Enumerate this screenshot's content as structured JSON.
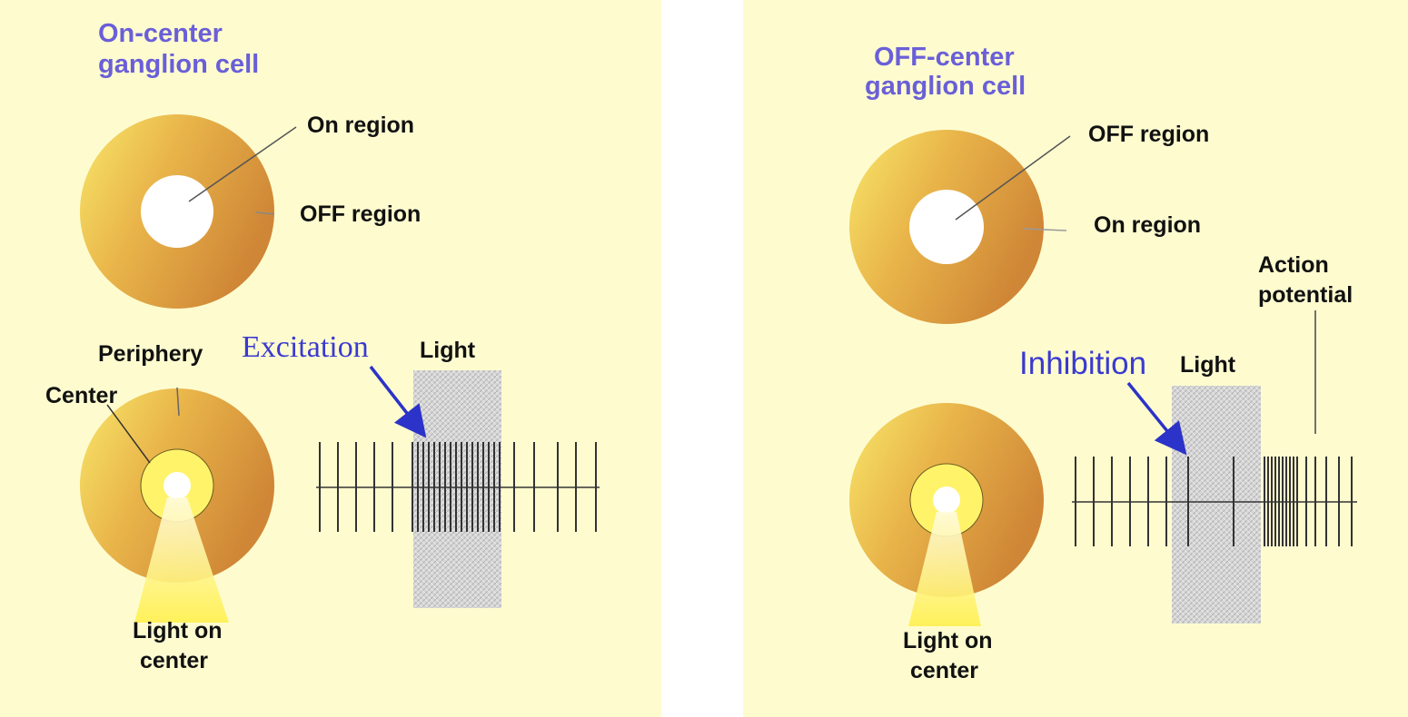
{
  "left": {
    "title_line1": "On-center",
    "title_line2": "ganglion cell",
    "label_center_region": "On region",
    "label_surround_region": "OFF region",
    "label_periphery": "Periphery",
    "label_center": "Center",
    "label_light_line1": "Light on",
    "label_light_line2": "center",
    "response_label": "Excitation",
    "stimulus_label": "Light"
  },
  "right": {
    "title_line1": "OFF-center",
    "title_line2": "ganglion cell",
    "label_center_region": "OFF region",
    "label_surround_region": "On region",
    "label_action_line1": "Action",
    "label_action_line2": "potential",
    "label_light_line1": "Light on",
    "label_light_line2": "center",
    "response_label": "Inhibition",
    "stimulus_label": "Light"
  },
  "colors": {
    "background": "#fefccf",
    "title": "#6a5fd8",
    "annotation": "#3a3ad0",
    "ring_light": "#f6df5c",
    "ring_dark": "#d2893a",
    "light_beam": "#fff27a",
    "light_band": "#c9c9c9"
  },
  "icons": [
    "receptive-field-ring-icon",
    "light-beam-icon",
    "spike-train-icon",
    "arrow-icon"
  ]
}
